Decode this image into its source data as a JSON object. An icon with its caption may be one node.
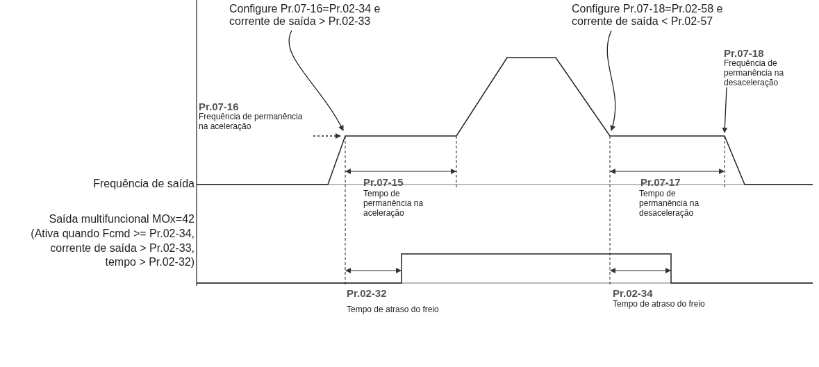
{
  "diagram": {
    "nodes": [
      {
        "text": [
          "Configure Pr.07-16=Pr.02-34 e corrente de saída > Pr.02-33"
        ]
      },
      {
        "text": [
          "Configure Pr.07-18=Pr.02-58 e corrente de saída < Pr.02-57"
        ]
      },
      {
        "text": [
          "Pr.07-16",
          "Frequência de permanência na aceleração"
        ]
      },
      {
        "text": [
          "Pr.07-18",
          "Frequência de permanência na desaceleração"
        ]
      }
    ],
    "edges": [
      {
        "from": 0,
        "to": null,
        "arrow": "to"
      },
      {
        "from": 1,
        "to": null,
        "arrow": "to"
      },
      {
        "from": 2,
        "to": null,
        "arrow": "to",
        "style": "dashed"
      },
      {
        "from": 3,
        "to": null,
        "arrow": "to"
      }
    ],
    "labels": [
      "Frequência de saída",
      "Pr.07-15",
      "Tempo de permanência na aceleração",
      "Pr.07-17",
      "Tempo de permanência na desaceleração",
      "Saída multifuncional MOx=42 (Ativa quando Fcmd >= Pr.02-34, corrente de saída > Pr.02-33, tempo > Pr.02-32)",
      "Pr.02-32",
      "Tempo de atraso do freio",
      "Pr.02-34",
      "Tempo de atraso do freio"
    ]
  }
}
